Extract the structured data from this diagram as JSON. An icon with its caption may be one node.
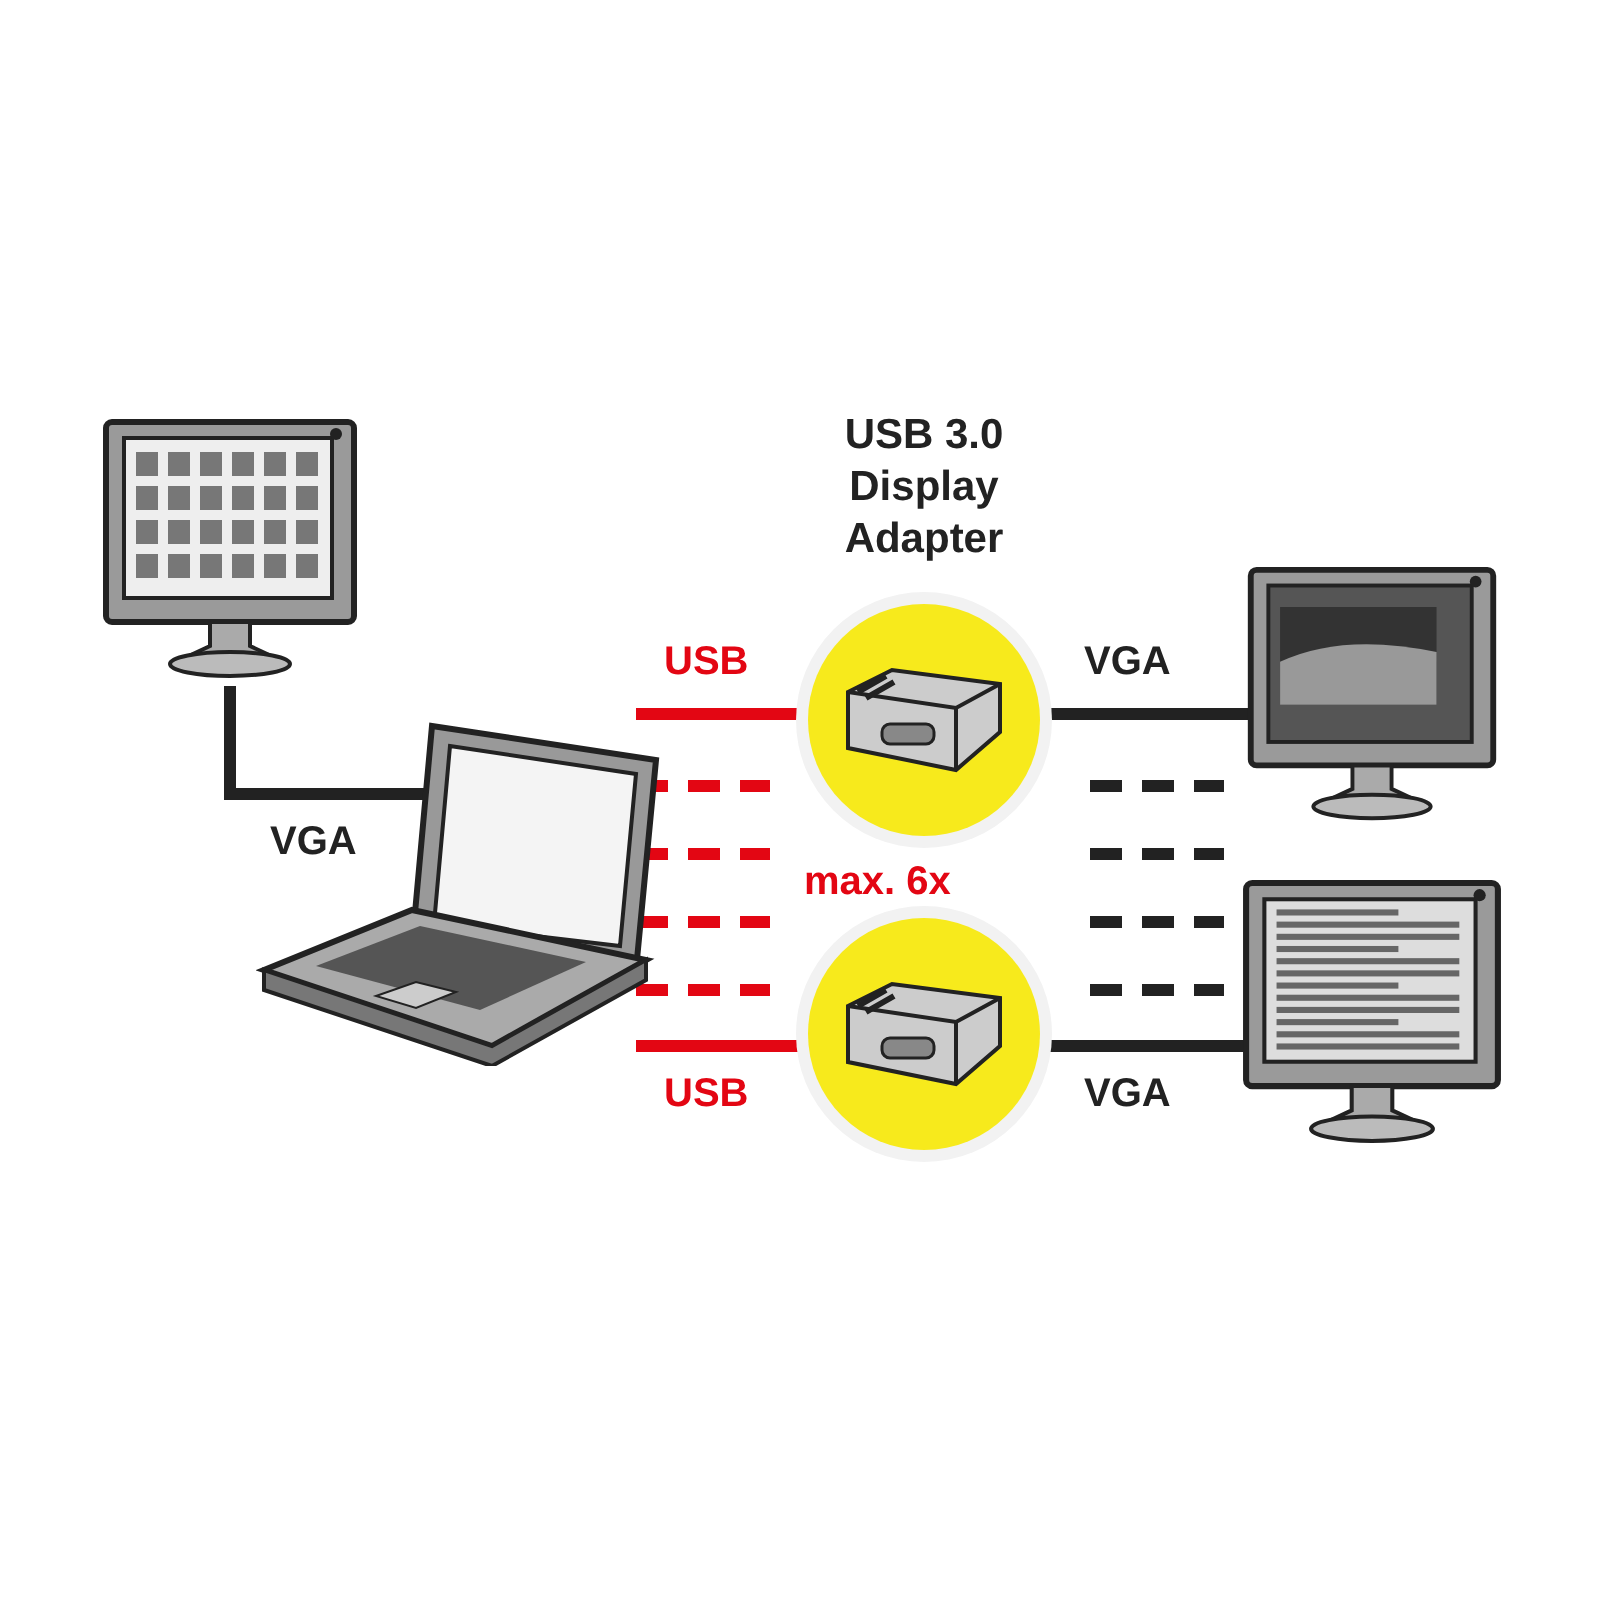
{
  "diagram": {
    "nodes": [
      {
        "text": [],
        "shape": "picture"
      },
      {
        "text": [],
        "shape": "picture"
      },
      {
        "text": [
          "USB 3.0 Display Adapter"
        ]
      },
      {
        "text": [],
        "shape": "circle"
      },
      {
        "text": [],
        "shape": "picture"
      },
      {
        "text": [],
        "shape": "picture"
      }
    ],
    "edges": [
      {
        "from": 0,
        "to": 1,
        "arrow": "none",
        "label": "VGA",
        "color": "#222222"
      },
      {
        "from": 1,
        "to": 2,
        "arrow": "none",
        "label": "USB"
      },
      {
        "from": 2,
        "to": 4,
        "arrow": "none",
        "label": "VGA",
        "color": "#222222"
      },
      {
        "from": 1,
        "to": null,
        "arrow": "none",
        "style": "dashed"
      },
      {
        "from": 1,
        "to": null,
        "arrow": "none",
        "style": "dashed"
      },
      {
        "from": 1,
        "to": null,
        "arrow": "none",
        "style": "dashed"
      },
      {
        "from": 1,
        "to": null,
        "arrow": "none",
        "style": "dashed"
      },
      {
        "from": 1,
        "to": 3,
        "arrow": "none",
        "label": "USB"
      },
      {
        "from": 3,
        "to": 5,
        "arrow": "none",
        "label": "VGA",
        "color": "#222222"
      }
    ],
    "labels": [
      "max. 6x"
    ]
  }
}
